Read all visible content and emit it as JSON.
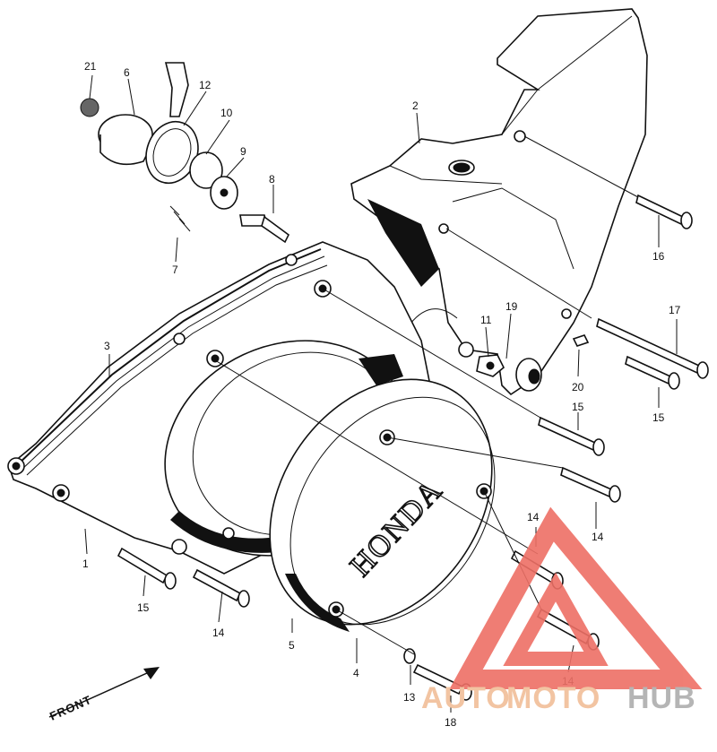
{
  "diagram": {
    "honda_logo": "HONDA",
    "front_label": "FRONT",
    "part_labels": {
      "p1": "1",
      "p2": "2",
      "p3": "3",
      "p4": "4",
      "p5": "5",
      "p6": "6",
      "p7": "7",
      "p8": "8",
      "p9": "9",
      "p10": "10",
      "p11": "11",
      "p12": "12",
      "p13": "13",
      "p14a": "14",
      "p14b": "14",
      "p14c": "14",
      "p14d": "14",
      "p15a": "15",
      "p15b": "15",
      "p15c": "15",
      "p16": "16",
      "p17": "17",
      "p18": "18",
      "p19": "19",
      "p20": "20",
      "p21": "21"
    }
  },
  "watermark": {
    "word_auto": "AUTO",
    "word_moto": "MOTO",
    "word_hub": "HUB",
    "color_auto": "#f2c4a2",
    "color_moto": "#f2c4a2",
    "color_hub": "#b5b5b5",
    "logo_color": "#ee7066"
  }
}
